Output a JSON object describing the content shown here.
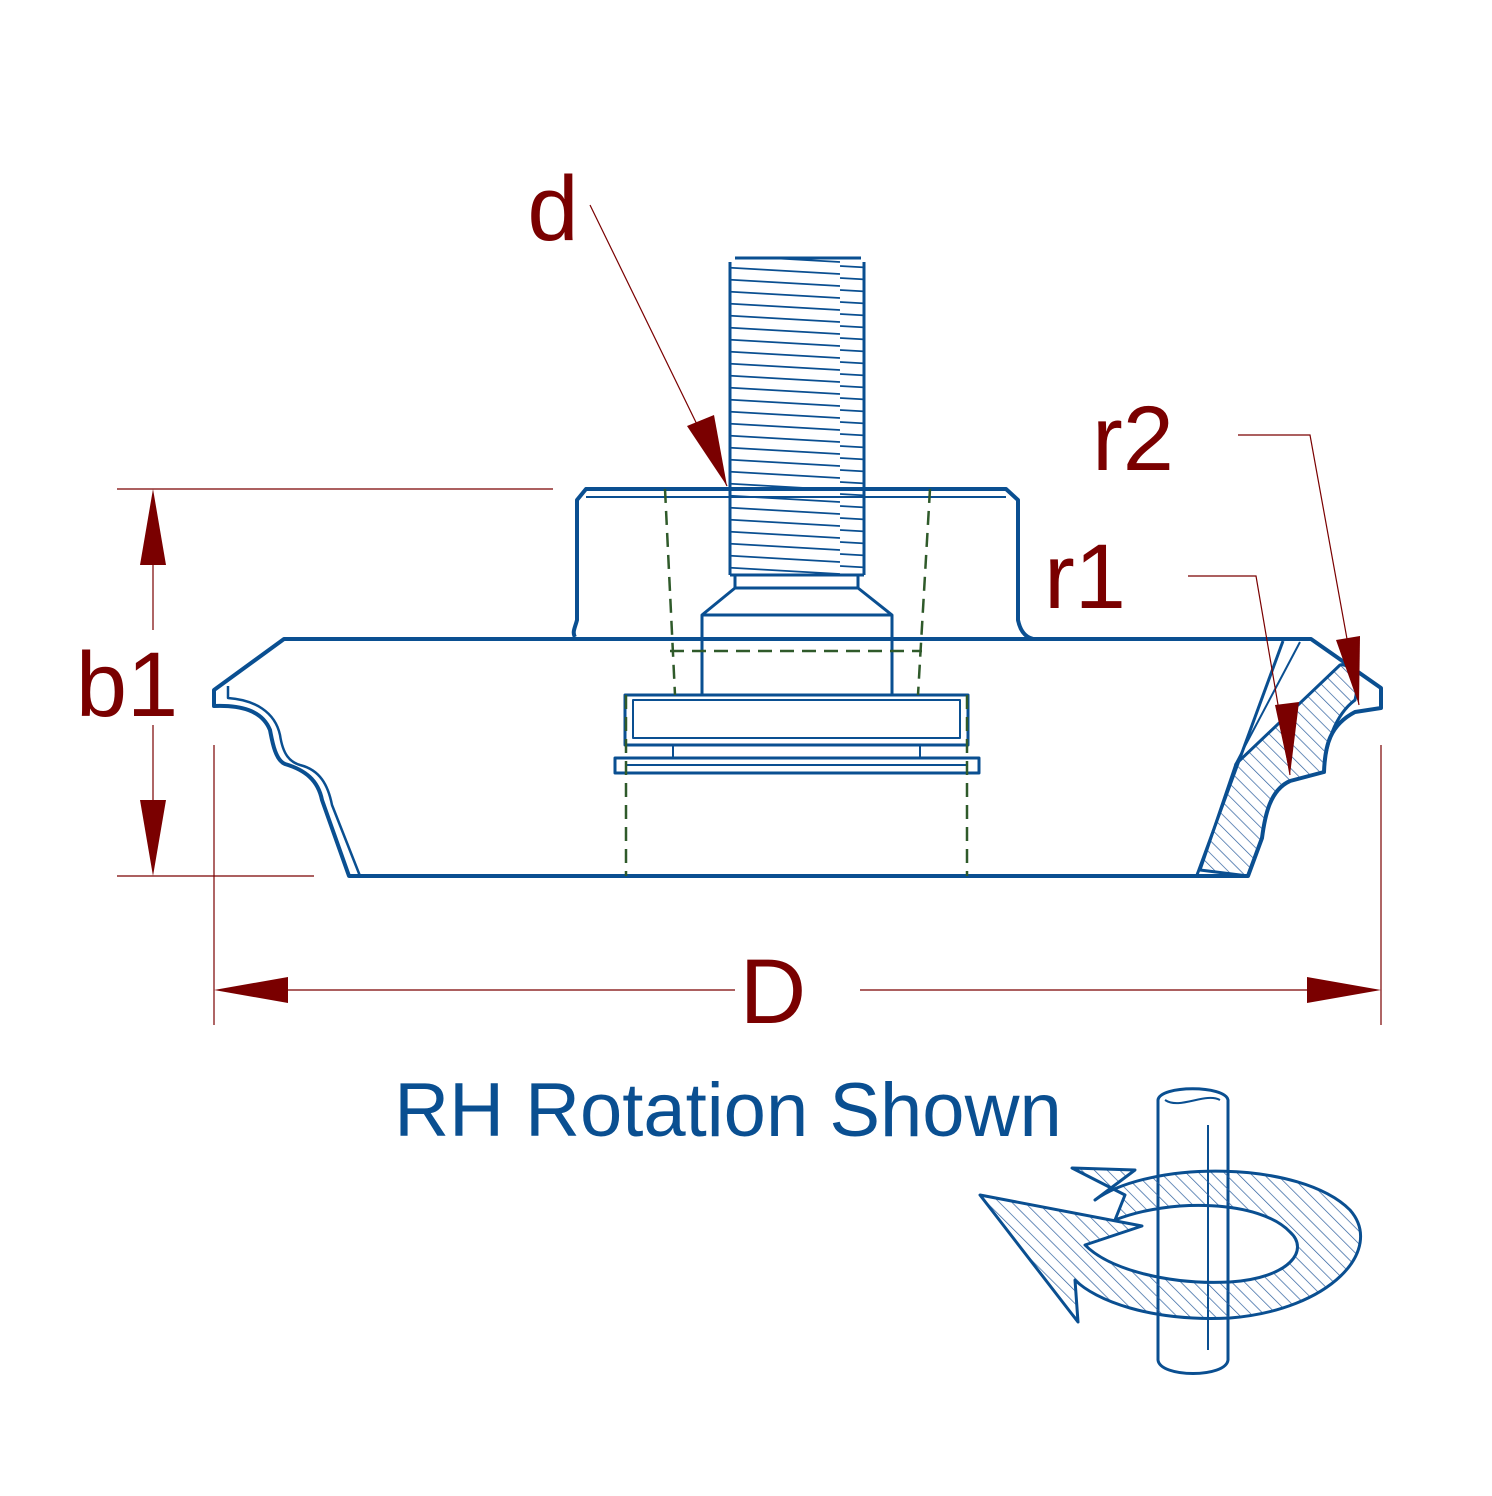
{
  "labels": {
    "d": "d",
    "b1": "b1",
    "r1": "r1",
    "r2": "r2",
    "D": "D"
  },
  "caption": "RH Rotation Shown",
  "colors": {
    "outline": "#0a4f91",
    "dimension": "#7a0000",
    "hidden": "#2f5a2a",
    "hatch": "#2c5f9e"
  },
  "icons": {
    "rotation": "rh-rotation-icon"
  }
}
